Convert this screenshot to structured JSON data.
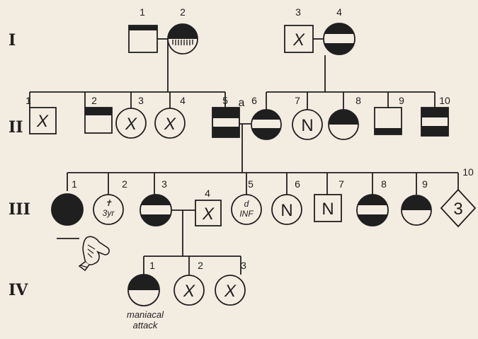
{
  "generations": [
    {
      "label": "I"
    },
    {
      "label": "II"
    },
    {
      "label": "III"
    },
    {
      "label": "IV"
    }
  ],
  "couple_label": "a",
  "individuals": {
    "I-1": {
      "number": "1",
      "sex": "male",
      "shading": "top-band"
    },
    "I-2": {
      "number": "2",
      "sex": "female",
      "shading": "top-half-hatched"
    },
    "I-3": {
      "number": "3",
      "sex": "male",
      "mark": "X"
    },
    "I-4": {
      "number": "4",
      "sex": "female",
      "shading": "top-bottom-bands"
    },
    "II-1": {
      "number": "1",
      "sex": "male",
      "mark": "X"
    },
    "II-2": {
      "number": "2",
      "sex": "male",
      "shading": "top-band"
    },
    "II-3": {
      "number": "3",
      "sex": "female",
      "mark": "X"
    },
    "II-4": {
      "number": "4",
      "sex": "female",
      "mark": "X"
    },
    "II-5": {
      "number": "5",
      "sex": "male",
      "shading": "top-bottom-bands"
    },
    "II-6": {
      "number": "6",
      "sex": "female",
      "shading": "top-bottom-bands"
    },
    "II-7": {
      "number": "7",
      "sex": "female",
      "mark": "N"
    },
    "II-8": {
      "number": "8",
      "sex": "female",
      "shading": "top-half"
    },
    "II-9": {
      "number": "9",
      "sex": "male",
      "shading": "bottom-band"
    },
    "II-10": {
      "number": "10",
      "sex": "male",
      "shading": "top-bottom-bands"
    },
    "III-1": {
      "number": "1",
      "sex": "female",
      "shading": "full"
    },
    "III-2": {
      "number": "2",
      "sex": "female",
      "mark_top": "✝",
      "mark_bottom": "3yr"
    },
    "III-3": {
      "number": "3",
      "sex": "female",
      "shading": "top-bottom-bands"
    },
    "III-4": {
      "number": "4",
      "sex": "male",
      "mark": "X"
    },
    "III-5": {
      "number": "5",
      "sex": "female",
      "mark_top": "d",
      "mark_bottom": "INF"
    },
    "III-6": {
      "number": "6",
      "sex": "female",
      "mark": "N"
    },
    "III-7": {
      "number": "7",
      "sex": "male",
      "mark": "N"
    },
    "III-8": {
      "number": "8",
      "sex": "female",
      "shading": "top-bottom-bands"
    },
    "III-9": {
      "number": "9",
      "sex": "female",
      "shading": "top-half"
    },
    "III-10": {
      "number": "10",
      "sex": "unknown",
      "mark": "3"
    },
    "IV-1": {
      "number": "1",
      "sex": "female",
      "shading": "top-half"
    },
    "IV-2": {
      "number": "2",
      "sex": "female",
      "mark": "X"
    },
    "IV-3": {
      "number": "3",
      "sex": "female",
      "mark": "X"
    }
  },
  "annotation": {
    "line1": "maniacal",
    "line2": "attack"
  },
  "proband_icon": "pointing-hand-icon",
  "colors": {
    "ink": "#1f1f1f",
    "paper": "#f3ece1"
  }
}
